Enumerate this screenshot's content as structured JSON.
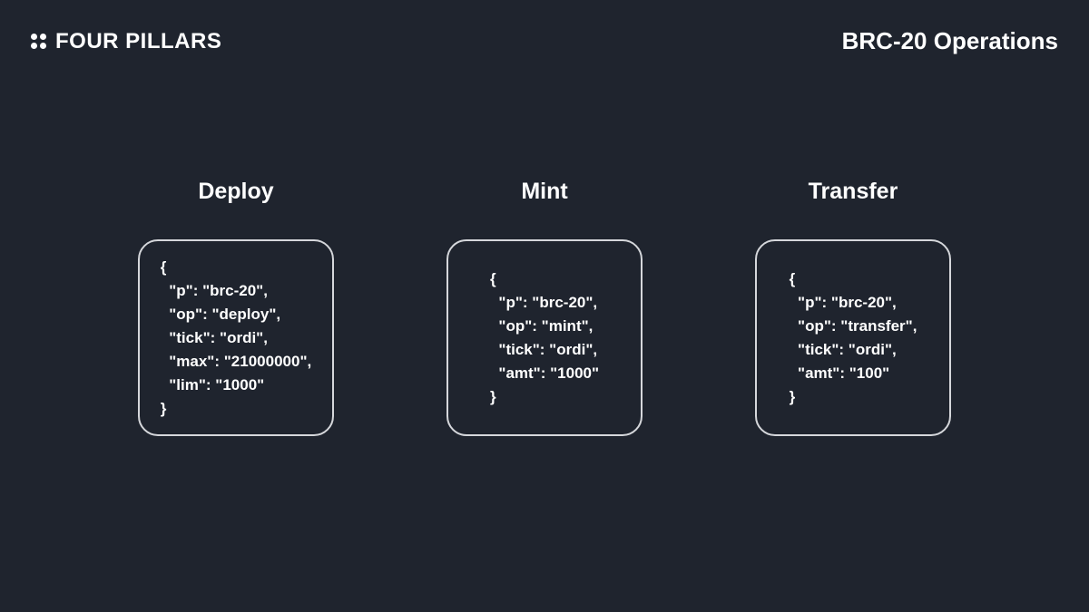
{
  "page": {
    "background_color": "#1f242e",
    "text_color": "#ffffff",
    "box_border_color": "#d5d7db"
  },
  "header": {
    "logo_icon": "four-dots-icon",
    "logo_text": "FOUR PILLARS",
    "title": "BRC-20 Operations"
  },
  "columns": [
    {
      "title": "Deploy",
      "code_lines": [
        "{",
        "  \"p\": \"brc-20\",",
        "  \"op\": \"deploy\",",
        "  \"tick\": \"ordi\",",
        "  \"max\": \"21000000\",",
        "  \"lim\": \"1000\"",
        "}"
      ]
    },
    {
      "title": "Mint",
      "code_lines": [
        "{",
        "  \"p\": \"brc-20\",",
        "  \"op\": \"mint\",",
        "  \"tick\": \"ordi\",",
        "  \"amt\": \"1000\"",
        "}"
      ]
    },
    {
      "title": "Transfer",
      "code_lines": [
        "{",
        "  \"p\": \"brc-20\",",
        "  \"op\": \"transfer\",",
        "  \"tick\": \"ordi\",",
        "  \"amt\": \"100\"",
        "}"
      ]
    }
  ]
}
